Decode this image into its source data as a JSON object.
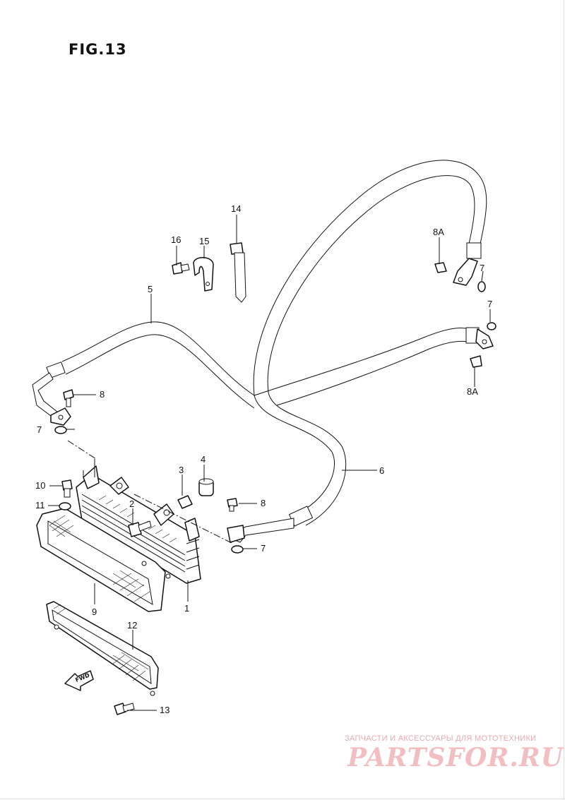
{
  "figure": {
    "title": "FIG.13"
  },
  "callouts": [
    {
      "id": "c1",
      "label": "1"
    },
    {
      "id": "c2",
      "label": "2"
    },
    {
      "id": "c3",
      "label": "3"
    },
    {
      "id": "c4",
      "label": "4"
    },
    {
      "id": "c5",
      "label": "5"
    },
    {
      "id": "c6",
      "label": "6"
    },
    {
      "id": "c7a",
      "label": "7"
    },
    {
      "id": "c7b",
      "label": "7"
    },
    {
      "id": "c7c",
      "label": "7"
    },
    {
      "id": "c7d",
      "label": "7"
    },
    {
      "id": "c8a",
      "label": "8"
    },
    {
      "id": "c8b",
      "label": "8"
    },
    {
      "id": "c8A1",
      "label": "8A"
    },
    {
      "id": "c8A2",
      "label": "8A"
    },
    {
      "id": "c9",
      "label": "9"
    },
    {
      "id": "c10",
      "label": "10"
    },
    {
      "id": "c11",
      "label": "11"
    },
    {
      "id": "c12",
      "label": "12"
    },
    {
      "id": "c13",
      "label": "13"
    },
    {
      "id": "c14",
      "label": "14"
    },
    {
      "id": "c15",
      "label": "15"
    },
    {
      "id": "c16",
      "label": "16"
    }
  ],
  "fwd_arrow": {
    "label": "FWD"
  },
  "watermark": {
    "tagline": "ЗАПЧАСТИ И АКСЕССУАРЫ ДЛЯ МОТОТЕХНИКИ",
    "logo": "PARTSFOR.RU"
  }
}
